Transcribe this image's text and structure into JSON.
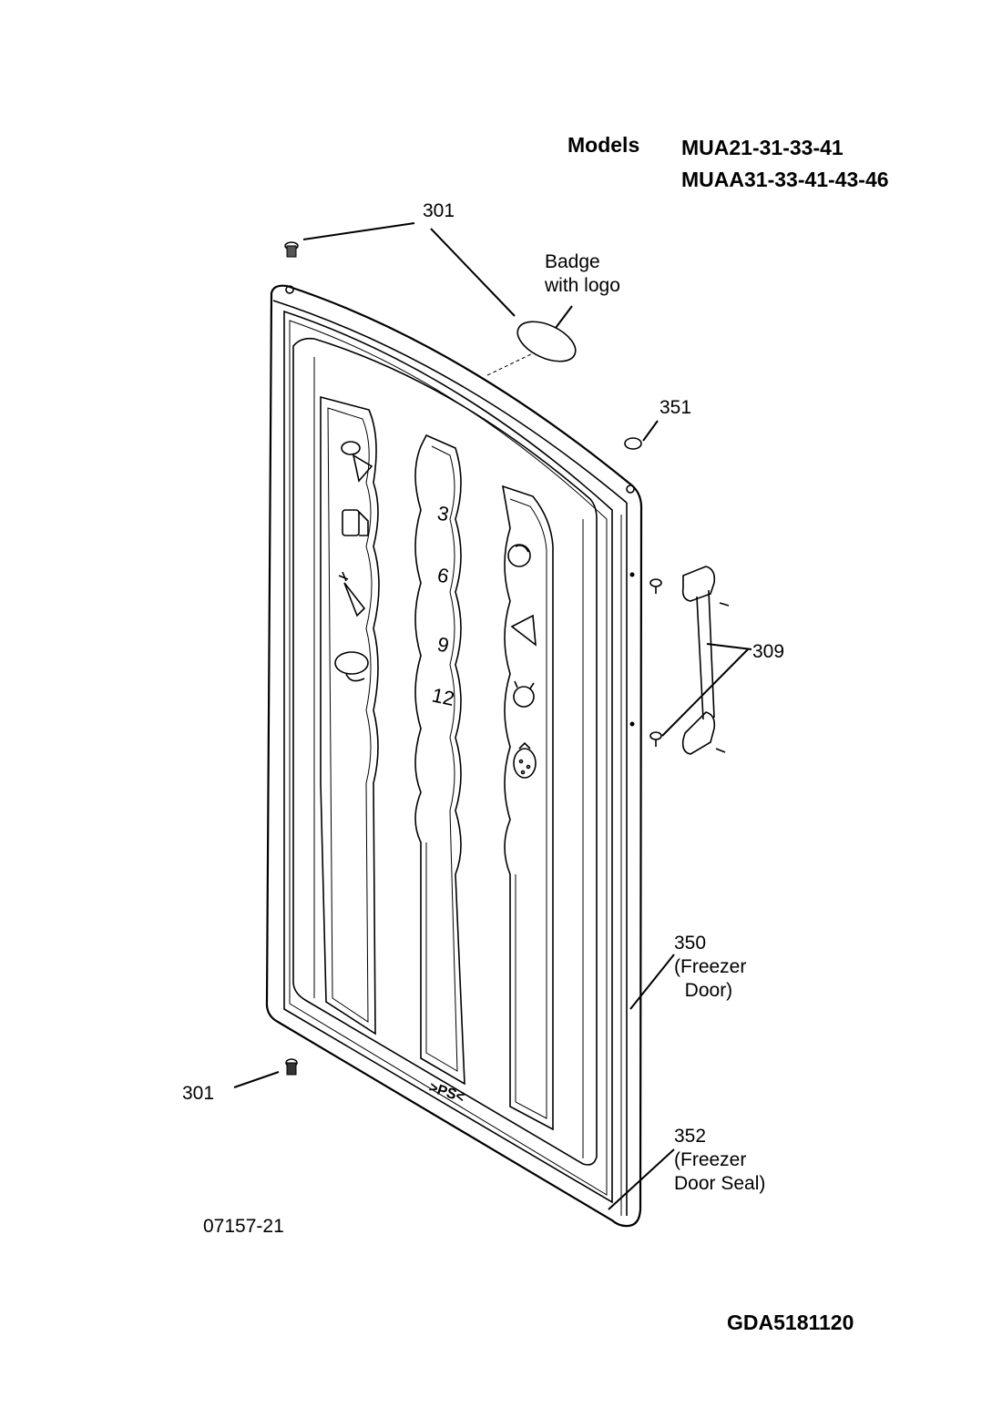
{
  "header": {
    "models_label": "Models",
    "model_line_1": "MUA21-31-33-41",
    "model_line_2": "MUAA31-33-41-43-46"
  },
  "callouts": {
    "screw_top": "301",
    "badge": "Badge\nwith logo",
    "cap": "351",
    "handle": "309",
    "door": "350\n(Freezer\n  Door)",
    "screw_bottom": "301",
    "seal": "352\n(Freezer\nDoor Seal)"
  },
  "panel_marks": {
    "numbers": [
      "3",
      "6",
      "9",
      "12"
    ],
    "stamp": ">PS<"
  },
  "drawing_number": "07157-21",
  "part_number": "GDA5181120",
  "icons": [
    "screw-icon",
    "badge-icon",
    "cap-icon",
    "handle-icon",
    "food-category-icons"
  ]
}
